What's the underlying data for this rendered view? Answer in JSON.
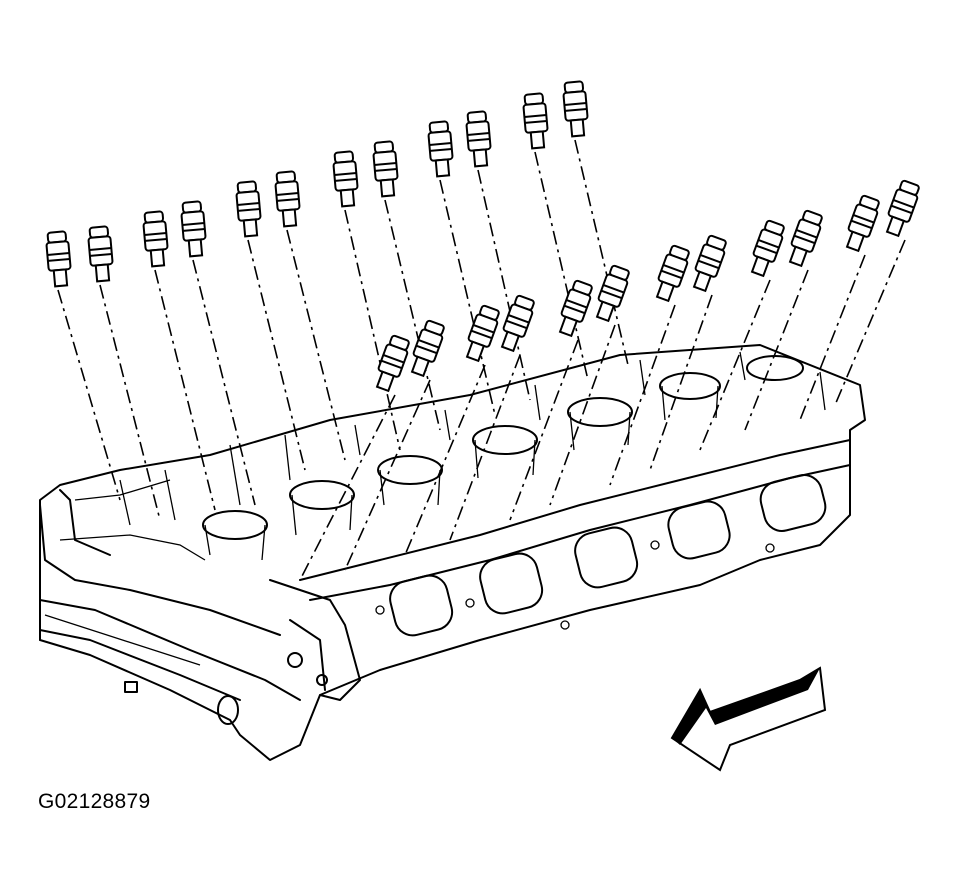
{
  "figure": {
    "id_label": "G02128879"
  },
  "diagram": {
    "lifter_count": 24,
    "colors": {
      "line": "#000000",
      "background": "#ffffff"
    },
    "direction_indicator": "arrow-pointing-front-left"
  }
}
